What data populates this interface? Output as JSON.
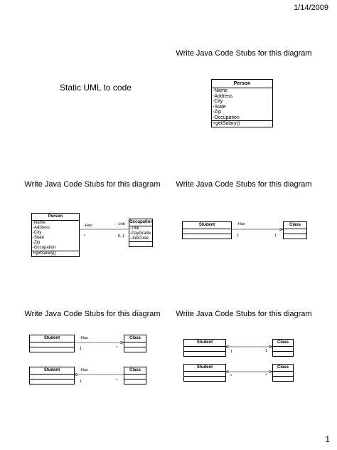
{
  "header": {
    "date": "1/14/2009"
  },
  "footer": {
    "page_number": "1"
  },
  "slides": {
    "s1": {
      "title": "Static UML to code"
    },
    "s2": {
      "title": "Write Java Code Stubs for this diagram",
      "person": {
        "name": "Person",
        "attributes": [
          "-Name",
          "-Address",
          "-City",
          "-State",
          "-Zip",
          "-Occupation"
        ],
        "methods": [
          "+getSalary()"
        ]
      }
    },
    "s3": {
      "title": "Write Java Code Stubs for this diagram",
      "person": {
        "name": "Person",
        "attributes": [
          "-Name",
          "-Address",
          "-City",
          "-State",
          "-Zip",
          "-Occupation"
        ],
        "methods": [
          "+getSalary()"
        ]
      },
      "occupation": {
        "name": "Occupation",
        "attributes": [
          "-Title",
          "-PayGrade",
          "-JobCode"
        ]
      },
      "assoc": {
        "left_role": "-Has",
        "right_role": "-Job",
        "left_mult": "*",
        "right_mult": "0..1"
      }
    },
    "s4": {
      "title": "Write Java Code Stubs for this diagram",
      "student": "Student",
      "klass": "Class",
      "assoc": {
        "role": "-Has",
        "left_mult": "1",
        "right_mult": "1"
      }
    },
    "s5": {
      "title": "Write Java Code Stubs for this diagram",
      "top": {
        "student": "Student",
        "klass": "Class",
        "role": "-Has",
        "left_mult": "1",
        "right_mult": "*"
      },
      "bottom": {
        "student": "Student",
        "klass": "Class",
        "role": "-Has",
        "left_mult": "1",
        "right_mult": "*"
      }
    },
    "s6": {
      "title": "Write Java Code Stubs for this diagram",
      "top": {
        "student": "Student",
        "klass": "Class",
        "left_mult": "1",
        "right_mult": "1"
      },
      "bottom": {
        "student": "Student",
        "klass": "Class",
        "left_mult": "*",
        "right_mult": "*"
      }
    }
  }
}
